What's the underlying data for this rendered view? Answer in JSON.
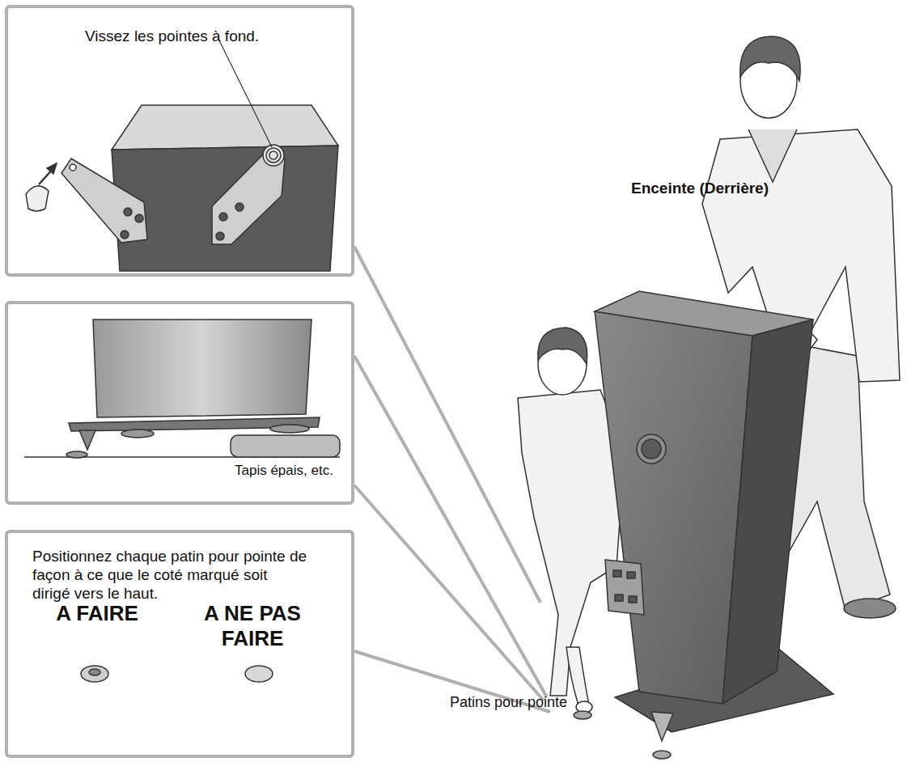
{
  "diagram": {
    "nodes": [
      {
        "text": [
          "Vissez les pointes à fond."
        ]
      },
      {
        "text": [
          "Tapis épais, etc."
        ]
      },
      {
        "text": [
          "Positionnez chaque patin pour pointe de façon à ce que le coté marqué soit dirigé vers le haut.",
          "A FAIRE",
          "A NE PAS FAIRE"
        ]
      }
    ],
    "labels": [
      "Enceinte (Derrière)",
      "Patins pour pointe"
    ]
  }
}
